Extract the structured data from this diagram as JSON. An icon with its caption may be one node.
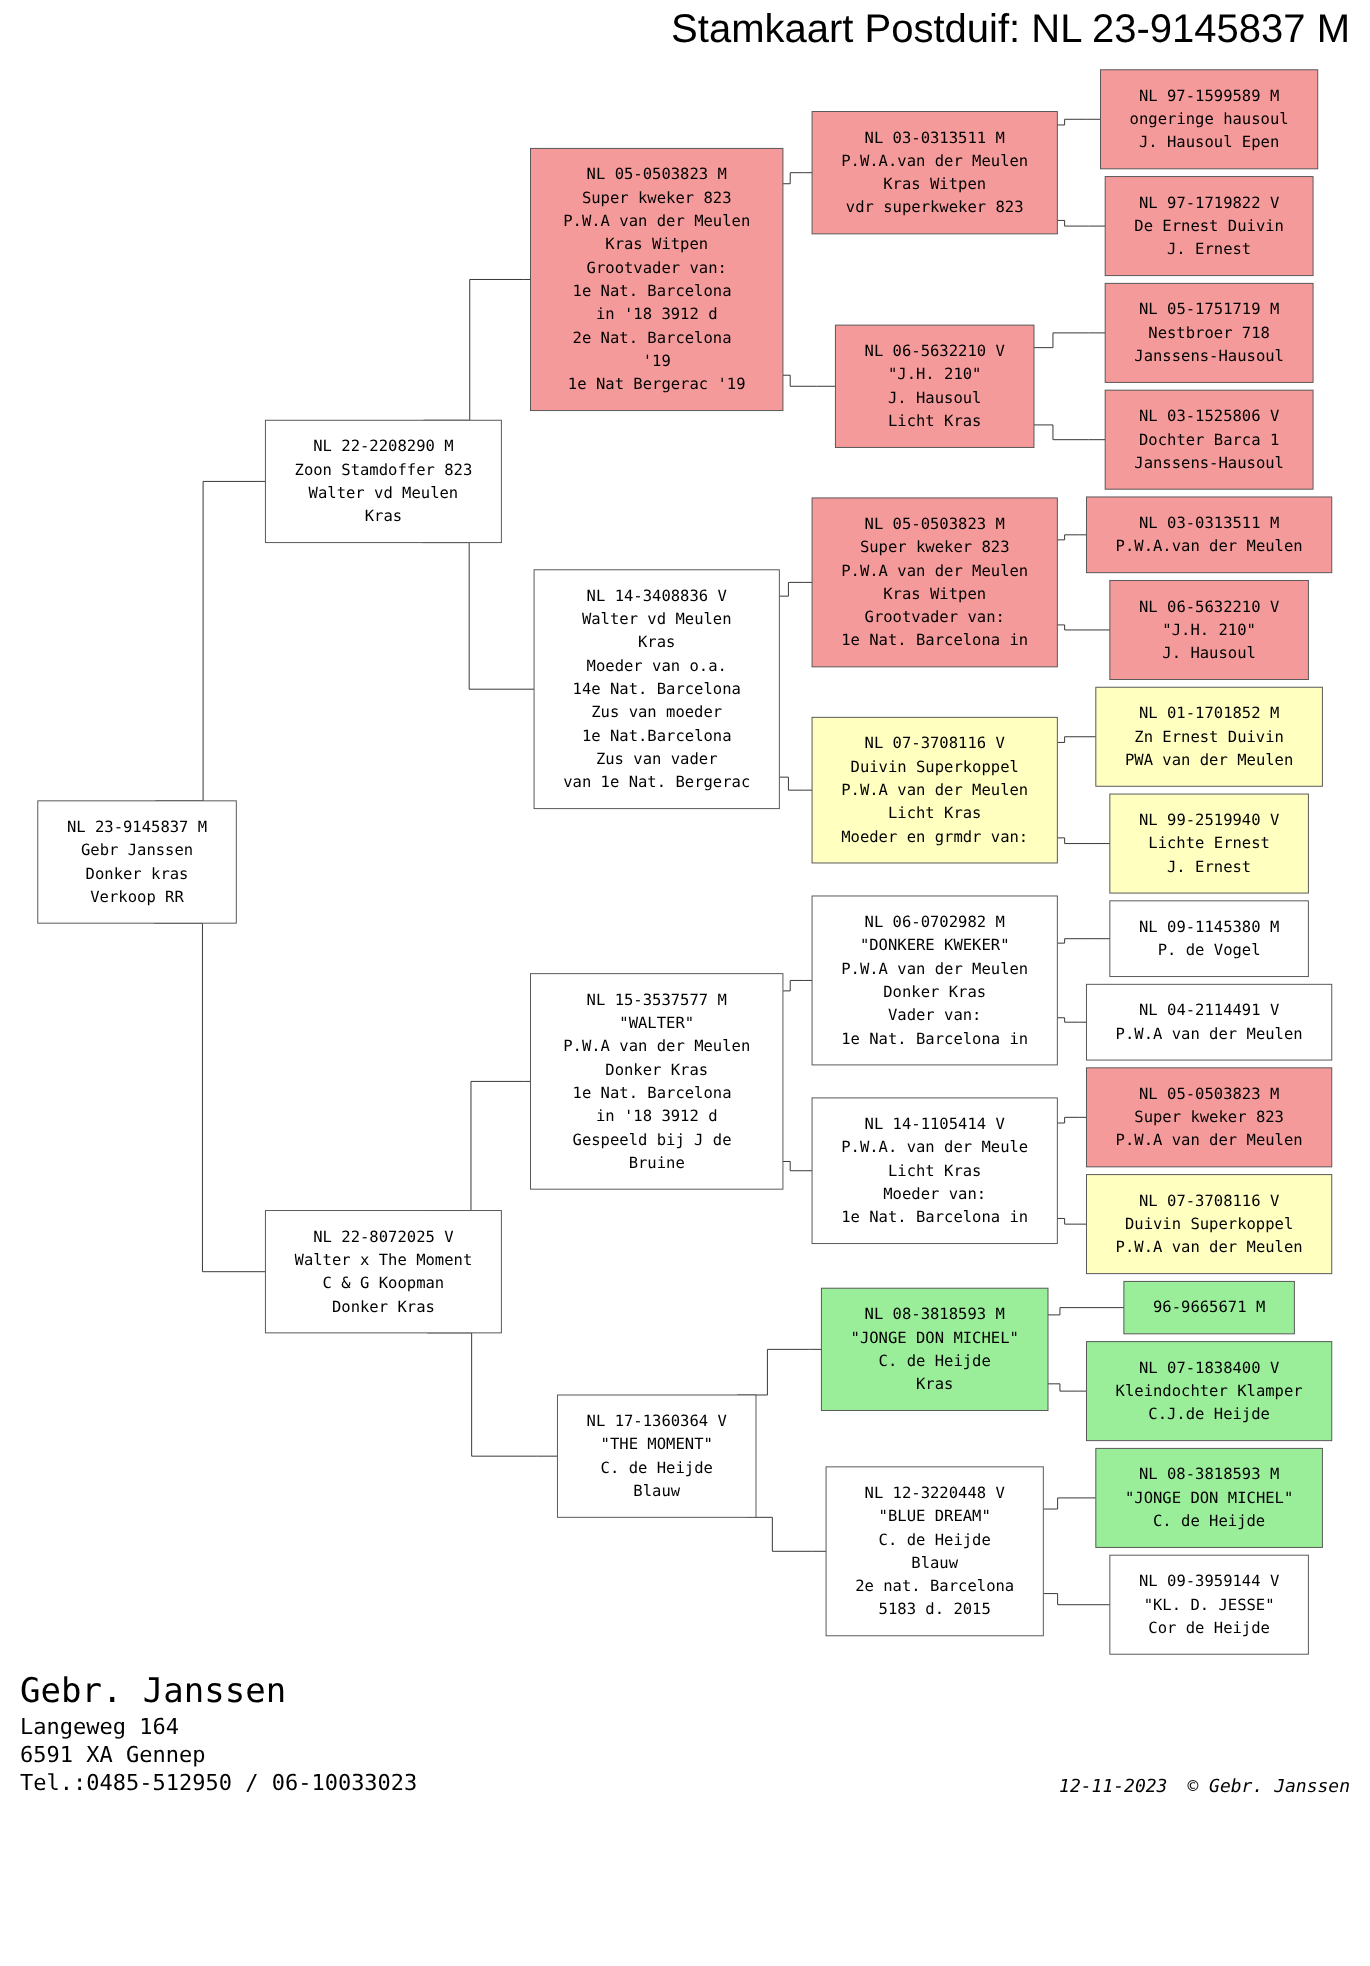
{
  "diagram": {
    "title": "Stamkaart Postduif: NL 23-9145837 M",
    "nodes": [
      {
        "text": [
          "NL 23-9145837 M",
          "Gebr Janssen",
          "Donker kras",
          "Verkoop RR"
        ]
      },
      {
        "text": [
          "NL 22-2208290 M",
          "Zoon Stamdoffer 823",
          "Walter vd Meulen",
          "Kras"
        ]
      },
      {
        "text": [
          "NL 22-8072025 V",
          "Walter x The Moment",
          "C & G Koopman",
          "Donker Kras"
        ]
      },
      {
        "text": [
          "NL 05-0503823 M",
          "Super kweker 823",
          "P.W.A van der Meulen",
          "Kras Witpen",
          "Grootvader van:",
          "1e Nat. Barcelona in '18 3912 d",
          "2e Nat. Barcelona '19",
          "1e Nat Bergerac '19"
        ]
      },
      {
        "text": [
          "NL 14-3408836 V",
          "Walter vd Meulen",
          "Kras",
          "Moeder van o.a.",
          "14e Nat. Barcelona",
          "Zus van moeder",
          "1e Nat.Barcelona",
          "Zus van vader",
          "van 1e Nat. Bergerac"
        ]
      },
      {
        "text": [
          "NL 15-3537577 M",
          "\"WALTER\"",
          "P.W.A van der Meulen",
          "Donker Kras",
          "1e Nat. Barcelona in '18 3912 d",
          "Gespeeld bij J de Bruine"
        ]
      },
      {
        "text": [
          "NL 17-1360364 V",
          "\"THE MOMENT\"",
          "C. de Heijde",
          "Blauw"
        ]
      },
      {
        "text": [
          "NL 03-0313511 M",
          "P.W.A.van der Meulen",
          "Kras Witpen",
          "vdr superkweker 823"
        ]
      },
      {
        "text": [
          "NL 06-5632210 V",
          "\"J.H. 210\"",
          "J. Hausoul",
          "Licht Kras"
        ]
      },
      {
        "text": [
          "NL 05-0503823 M",
          "Super kweker 823",
          "P.W.A van der Meulen",
          "Kras Witpen",
          "Grootvader van:",
          "1e Nat. Barcelona in"
        ]
      },
      {
        "text": [
          "NL 07-3708116 V",
          "Duivin Superkoppel",
          "P.W.A van der Meulen",
          "Licht Kras",
          "Moeder en grmdr van:"
        ]
      },
      {
        "text": [
          "NL 06-0702982 M",
          "\"DONKERE KWEKER\"",
          "P.W.A van der Meulen",
          "Donker Kras",
          "Vader van:",
          "1e Nat. Barcelona in"
        ]
      },
      {
        "text": [
          "NL 14-1105414 V",
          "P.W.A. van der Meule",
          "Licht Kras",
          "Moeder van:",
          "1e Nat. Barcelona in"
        ]
      },
      {
        "text": [
          "NL 08-3818593 M",
          "\"JONGE DON MICHEL\"",
          "C. de Heijde",
          "Kras"
        ]
      },
      {
        "text": [
          "NL 12-3220448 V",
          "\"BLUE DREAM\"",
          "C. de Heijde",
          "Blauw",
          "2e nat. Barcelona",
          "5183 d. 2015"
        ]
      },
      {
        "text": [
          "NL 97-1599589 M",
          "ongeringe hausoul",
          "J. Hausoul Epen"
        ]
      },
      {
        "text": [
          "NL 97-1719822 V",
          "De Ernest Duivin",
          "J. Ernest"
        ]
      },
      {
        "text": [
          "NL 05-1751719 M",
          "Nestbroer 718",
          "Janssens-Hausoul"
        ]
      },
      {
        "text": [
          "NL 03-1525806 V",
          "Dochter Barca 1",
          "Janssens-Hausoul"
        ]
      },
      {
        "text": [
          "NL 03-0313511 M",
          "P.W.A.van der Meulen"
        ]
      },
      {
        "text": [
          "NL 06-5632210 V",
          "\"J.H. 210\"",
          "J. Hausoul"
        ]
      },
      {
        "text": [
          "NL 01-1701852 M",
          "Zn Ernest Duivin",
          "PWA van der Meulen"
        ]
      },
      {
        "text": [
          "NL 99-2519940 V",
          "Lichte Ernest",
          "J. Ernest"
        ]
      },
      {
        "text": [
          "NL 09-1145380 M",
          "P. de Vogel"
        ]
      },
      {
        "text": [
          "NL 04-2114491 V",
          "P.W.A van der Meulen"
        ]
      },
      {
        "text": [
          "NL 05-0503823 M",
          "Super kweker 823",
          "P.W.A van der Meulen"
        ]
      },
      {
        "text": [
          "NL 07-3708116 V",
          "Duivin Superkoppel",
          "P.W.A van der Meulen"
        ]
      },
      {
        "text": [
          "96-9665671 M"
        ]
      },
      {
        "text": [
          "NL 07-1838400 V",
          "Kleindochter Klamper",
          "C.J.de Heijde"
        ]
      },
      {
        "text": [
          "NL 08-3818593 M",
          "\"JONGE DON MICHEL\"",
          "C. de Heijde"
        ]
      },
      {
        "text": [
          "NL 09-3959144 V",
          "\"KL. D. JESSE\"",
          "Cor de Heijde"
        ]
      }
    ],
    "edges": [
      {
        "from": 0,
        "to": 1,
        "arrow": "none"
      },
      {
        "from": 0,
        "to": 2,
        "arrow": "none"
      },
      {
        "from": 1,
        "to": 3,
        "arrow": "none"
      },
      {
        "from": 1,
        "to": 4,
        "arrow": "none"
      },
      {
        "from": 2,
        "to": 5,
        "arrow": "none"
      },
      {
        "from": 2,
        "to": 6,
        "arrow": "none"
      },
      {
        "from": 3,
        "to": 7,
        "arrow": "none"
      },
      {
        "from": 3,
        "to": 8,
        "arrow": "none"
      },
      {
        "from": 4,
        "to": 9,
        "arrow": "none"
      },
      {
        "from": 4,
        "to": 10,
        "arrow": "none"
      },
      {
        "from": 5,
        "to": 11,
        "arrow": "none"
      },
      {
        "from": 5,
        "to": 12,
        "arrow": "none"
      },
      {
        "from": 6,
        "to": 13,
        "arrow": "none"
      },
      {
        "from": 6,
        "to": 14,
        "arrow": "none"
      },
      {
        "from": 7,
        "to": 15,
        "arrow": "none"
      },
      {
        "from": 7,
        "to": 16,
        "arrow": "none"
      },
      {
        "from": 8,
        "to": 17,
        "arrow": "none"
      },
      {
        "from": 8,
        "to": 18,
        "arrow": "none"
      },
      {
        "from": 9,
        "to": 19,
        "arrow": "none"
      },
      {
        "from": 9,
        "to": 20,
        "arrow": "none"
      },
      {
        "from": 10,
        "to": 21,
        "arrow": "none"
      },
      {
        "from": 10,
        "to": 22,
        "arrow": "none"
      },
      {
        "from": 11,
        "to": 23,
        "arrow": "none"
      },
      {
        "from": 11,
        "to": 24,
        "arrow": "none"
      },
      {
        "from": 12,
        "to": 25,
        "arrow": "none"
      },
      {
        "from": 12,
        "to": 26,
        "arrow": "none"
      },
      {
        "from": 13,
        "to": 27,
        "arrow": "none"
      },
      {
        "from": 13,
        "to": 28,
        "arrow": "none"
      },
      {
        "from": 14,
        "to": 29,
        "arrow": "none"
      },
      {
        "from": 14,
        "to": 30,
        "arrow": "none"
      }
    ],
    "labels": [
      "Gebr. Janssen",
      "Langeweg 164",
      "6591 XA Gennep",
      "Tel.:0485-512950 / 06-10033023",
      "12-11-2023",
      "© Gebr. Janssen"
    ]
  }
}
